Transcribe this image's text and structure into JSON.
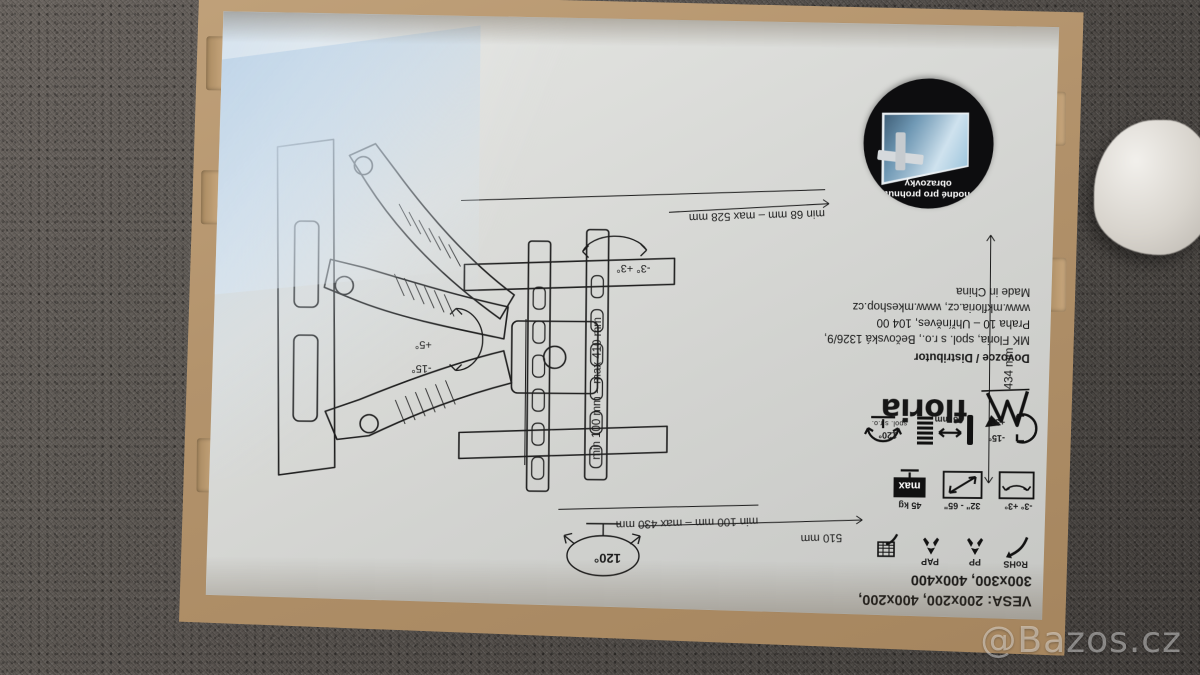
{
  "scene": {
    "description": "Photo of the back of a cardboard TV wall-mount box lying on grey carpet",
    "watermark": "@Bazos.cz"
  },
  "brand": {
    "name": "floria",
    "legal_suffix": "spol. s r.o.",
    "manufacturer_mark": "MK"
  },
  "distributor": {
    "heading": "Dovozce / Distributor",
    "lines": [
      "MK Floria, spol. s r.o., Bečovská 1326/9,",
      "Praha 10 – Uhříněves, 104 00",
      "www.mkfloria.cz, www.mkeshop.cz",
      "Made in China"
    ]
  },
  "sticker": {
    "text": "Vhodné pro prohnuté obrazovky"
  },
  "vesa": {
    "label": "VESA: 200x200, 400x200,",
    "label2": "300x300, 400x400"
  },
  "icons_row1": [
    {
      "name": "rohs-icon",
      "label": "RoHS"
    },
    {
      "name": "recycle-pp-icon",
      "label": "PP"
    },
    {
      "name": "recycle-pap-icon",
      "label": "PAP"
    },
    {
      "name": "manual-icon",
      "label": ""
    }
  ],
  "icons_row2": [
    {
      "name": "tilt-angle-icon",
      "label": "-3° +3°"
    },
    {
      "name": "screen-size-icon",
      "label": "32\" - 65\""
    },
    {
      "name": "max-load-icon",
      "label": "45 kg",
      "inner": "max"
    }
  ],
  "icons_row3": [
    {
      "name": "swivel-angle-icon",
      "label": "-15°",
      "label2": "+5°"
    },
    {
      "name": "wall-distance-icon",
      "label": "68 mm"
    },
    {
      "name": "rotation-icon",
      "label": "120°"
    }
  ],
  "dimensions": {
    "extension": "min 68 mm – max 528 mm",
    "height_range": "min 100 mm – max 410 mm",
    "width_range": "min 100 mm – max 430 mm",
    "plate_height": "434 mm",
    "plate_width": "510 mm",
    "tilt": "-3° +3°",
    "swivel_top": "-15°",
    "swivel_bottom": "+5°",
    "rotation": "120°"
  }
}
